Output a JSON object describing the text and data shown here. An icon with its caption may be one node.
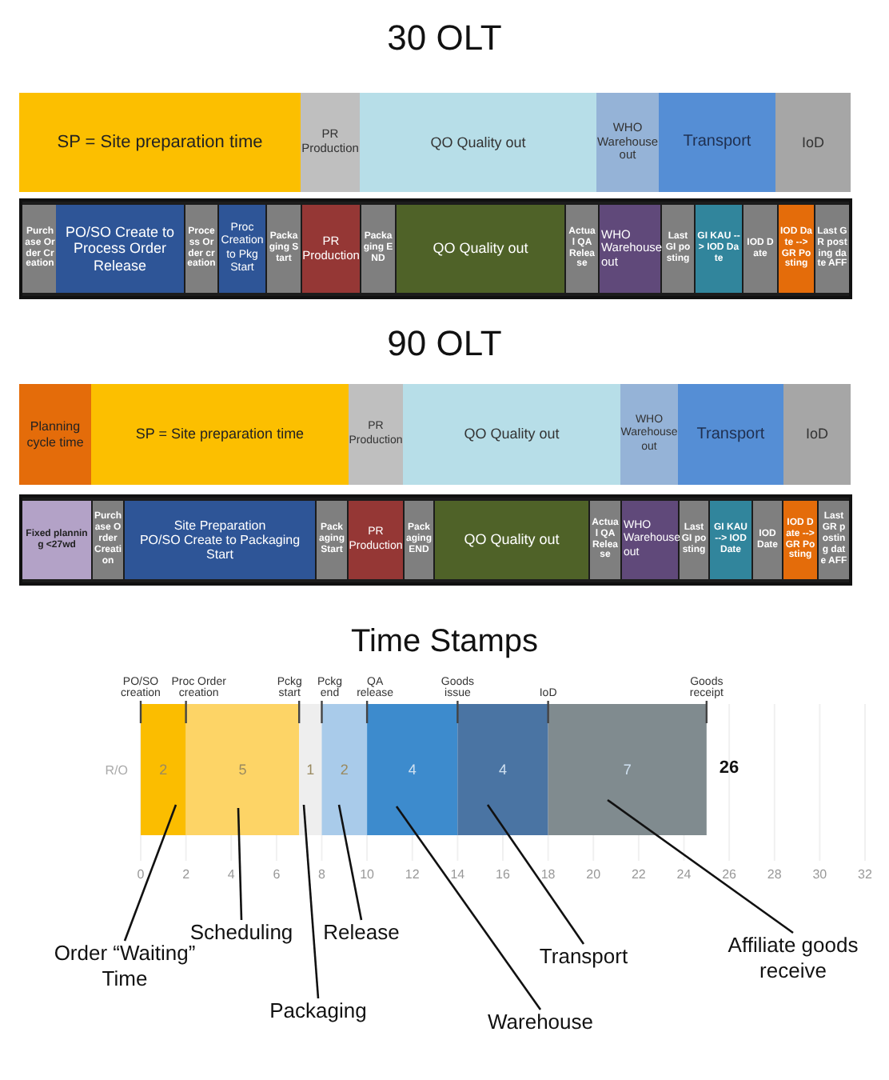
{
  "diagram": {
    "nodes": [
      {
        "text": [
          "SP = Site preparation time"
        ]
      },
      {
        "text": [
          "PR Production"
        ]
      },
      {
        "text": [
          "QO Quality out"
        ]
      },
      {
        "text": [
          "WHO Warehouse out"
        ]
      },
      {
        "text": [
          "Transport"
        ]
      },
      {
        "text": [
          "IoD"
        ]
      },
      {
        "text": [],
        "shape": "box"
      },
      {
        "text": [
          "Purchase Order Creation"
        ],
        "in": 6
      },
      {
        "text": [
          "PO/SO Create to Process Order Release"
        ],
        "in": 6
      },
      {
        "text": [
          "Process Order creation"
        ],
        "in": 6
      },
      {
        "text": [
          "Proc Creation to Pkg Start"
        ],
        "in": 6
      },
      {
        "text": [
          "Packaging Start"
        ],
        "in": 6
      },
      {
        "text": [
          "PR Production"
        ],
        "in": 6
      },
      {
        "text": [
          "Packaging END"
        ],
        "in": 6
      },
      {
        "text": [
          "QO Quality out"
        ],
        "in": 6
      },
      {
        "text": [
          "Actual QA Release"
        ],
        "in": 6
      },
      {
        "text": [
          "WHO Warehouse out"
        ],
        "in": 6
      },
      {
        "text": [
          "Last GI posting"
        ],
        "in": 6
      },
      {
        "text": [
          "GI KAU --> IOD Date"
        ],
        "in": 6
      },
      {
        "text": [
          "IOD Date"
        ],
        "in": 6
      },
      {
        "text": [
          "IOD Date --> GR Posting"
        ],
        "in": 6
      },
      {
        "text": [
          "Last GR posting date AFF"
        ],
        "in": 6
      },
      {
        "text": [
          "Planning cycle time"
        ]
      },
      {
        "text": [
          "SP = Site preparation time"
        ]
      },
      {
        "text": [
          "PR Production"
        ]
      },
      {
        "text": [
          "QO Quality out"
        ]
      },
      {
        "text": [
          "WHO Warehouse out"
        ]
      },
      {
        "text": [
          "Transport"
        ]
      },
      {
        "text": [
          "IoD"
        ]
      },
      {
        "text": [],
        "shape": "box"
      },
      {
        "text": [
          "Fixed planning <27wd"
        ],
        "in": 29
      },
      {
        "text": [
          "Purchase Order Creation"
        ],
        "in": 29
      },
      {
        "text": [
          "Site Preparation",
          "PO/SO Create to Packaging Start"
        ],
        "in": 29
      },
      {
        "text": [
          "Packaging Start"
        ],
        "in": 29
      },
      {
        "text": [
          "PR Production"
        ],
        "in": 29
      },
      {
        "text": [
          "Packaging END"
        ],
        "in": 29
      },
      {
        "text": [
          "QO Quality out"
        ],
        "in": 29
      },
      {
        "text": [
          "Actual QA Release"
        ],
        "in": 29
      },
      {
        "text": [
          "WHO Warehouse out"
        ],
        "in": 29
      },
      {
        "text": [
          "Last GI posting"
        ],
        "in": 29
      },
      {
        "text": [
          "GI KAU --> IOD Date"
        ],
        "in": 29
      },
      {
        "text": [
          "IOD Date"
        ],
        "in": 29
      },
      {
        "text": [
          "IOD Date --> GR Posting"
        ],
        "in": 29
      },
      {
        "text": [
          "Last GR posting date AFF"
        ],
        "in": 29
      },
      {
        "text": [
          "Order “Waiting” Time"
        ]
      },
      {
        "text": [
          "Scheduling"
        ]
      },
      {
        "text": [
          "Packaging"
        ]
      },
      {
        "text": [
          "Release"
        ]
      },
      {
        "text": [
          "Warehouse"
        ]
      },
      {
        "text": [
          "Transport"
        ]
      },
      {
        "text": [
          "Affiliate goods receive"
        ]
      }
    ],
    "edges": [
      {
        "from": 44,
        "to": null,
        "arrow": "none"
      },
      {
        "from": 45,
        "to": null,
        "arrow": "none"
      },
      {
        "from": 46,
        "to": null,
        "arrow": "none"
      },
      {
        "from": 47,
        "to": null,
        "arrow": "none"
      },
      {
        "from": 48,
        "to": null,
        "arrow": "none"
      },
      {
        "from": 49,
        "to": null,
        "arrow": "none"
      },
      {
        "from": 50,
        "to": null,
        "arrow": "none"
      }
    ],
    "labels": [
      "30 OLT",
      "90 OLT",
      "Time Stamps",
      "PO/SO creation",
      "Proc Order creation",
      "Pckg start",
      "Pckg end",
      "QA release",
      "Goods issue",
      "IoD",
      "Goods receipt",
      "26"
    ],
    "chart_data": {
      "type": "bar",
      "orientation": "horizontal",
      "stacked": true,
      "categories": [
        "R/O"
      ],
      "series": [
        {
          "color": "#fbbd00",
          "values": [
            2
          ]
        },
        {
          "color": "#fdd466",
          "values": [
            5
          ]
        },
        {
          "color": "#eeeeee",
          "values": [
            1
          ]
        },
        {
          "color": "#a9cbea",
          "values": [
            2
          ]
        },
        {
          "color": "#3d8bcd",
          "values": [
            4
          ]
        },
        {
          "color": "#4a74a3",
          "values": [
            4
          ]
        },
        {
          "color": "#808b8f",
          "values": [
            7
          ]
        }
      ],
      "xlim": [
        0,
        32
      ],
      "xticks": [
        0,
        2,
        4,
        6,
        8,
        10,
        12,
        14,
        16,
        18,
        20,
        22,
        24,
        26,
        28,
        30,
        32
      ],
      "data_labels": true,
      "grid": true
    }
  }
}
